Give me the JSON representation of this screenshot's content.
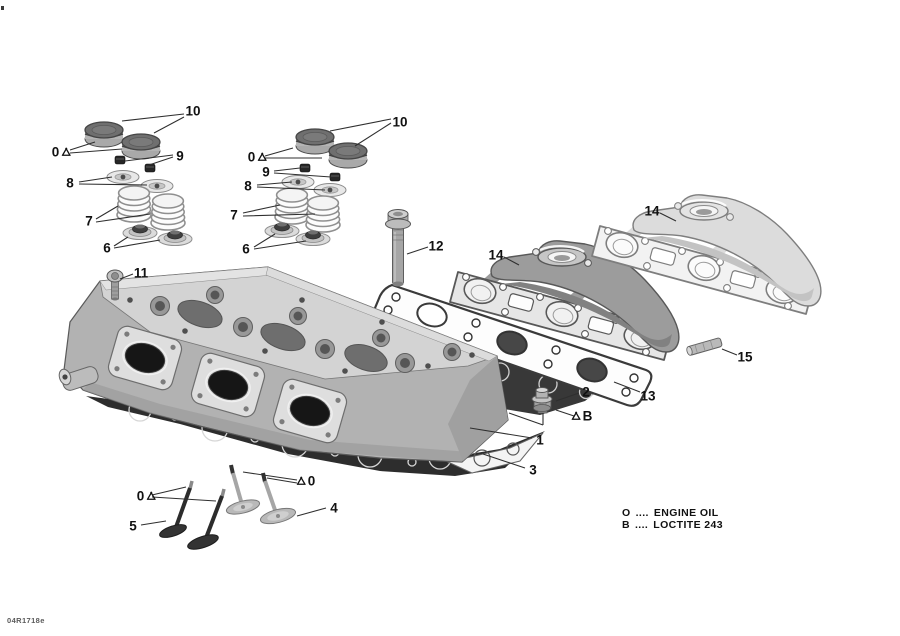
{
  "figure": {
    "document_code": "04R1718e",
    "legend": {
      "entries": [
        {
          "symbol": "O",
          "dots": "....",
          "label": "ENGINE OIL"
        },
        {
          "symbol": "B",
          "dots": "....",
          "label": "LOCTITE 243"
        }
      ]
    },
    "callouts": [
      "10",
      "0",
      "9",
      "8",
      "7",
      "6",
      "10",
      "0",
      "9",
      "8",
      "7",
      "6",
      "11",
      "12",
      "14",
      "14",
      "15",
      "13",
      "2",
      "B",
      "1",
      "3",
      "0",
      "4",
      "0",
      "5"
    ]
  }
}
